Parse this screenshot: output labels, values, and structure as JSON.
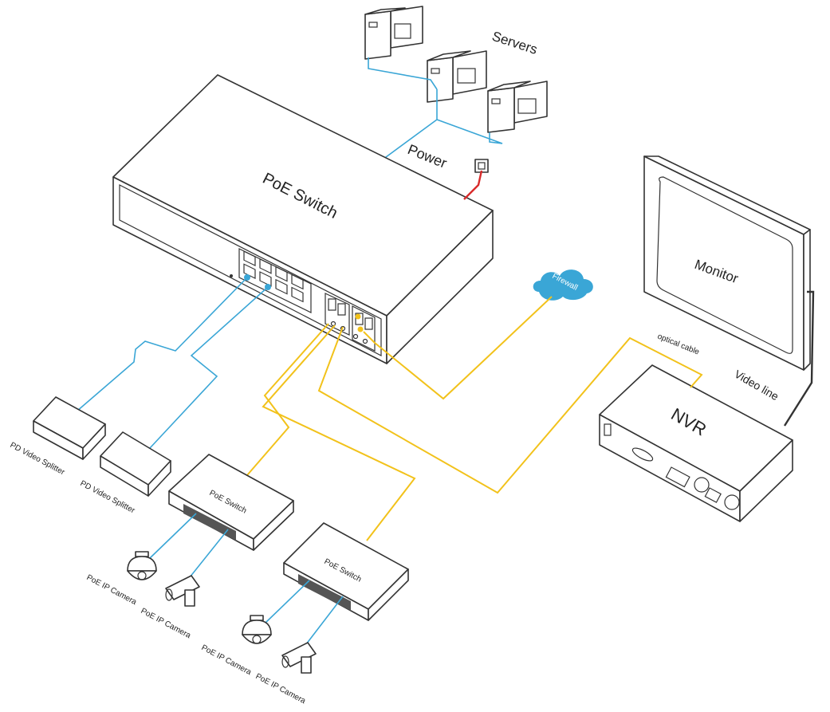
{
  "labels": {
    "servers": "Servers",
    "power": "Power",
    "poe_switch_main": "PoE Switch",
    "monitor": "Monitor",
    "firewall": "Firewall",
    "optical_cable": "optical cable",
    "video_line": "Video line",
    "nvr": "NVR",
    "pd_video_splitter_1": "PD Video Splitter",
    "pd_video_splitter_2": "PD Video Splitter",
    "poe_switch_small_1": "PoE Switch",
    "poe_switch_small_2": "PoE Switch",
    "camera_1": "PoE IP Camera",
    "camera_2": "PoE IP Camera",
    "camera_3": "PoE IP Camera",
    "camera_4": "PoE IP Camera"
  },
  "colors": {
    "ethernet_cable": "#3aa6d6",
    "optical_cable": "#f2c21b",
    "power_cable": "#d92b2b",
    "firewall_cloud": "#3aa6d6",
    "outline": "#333333"
  }
}
